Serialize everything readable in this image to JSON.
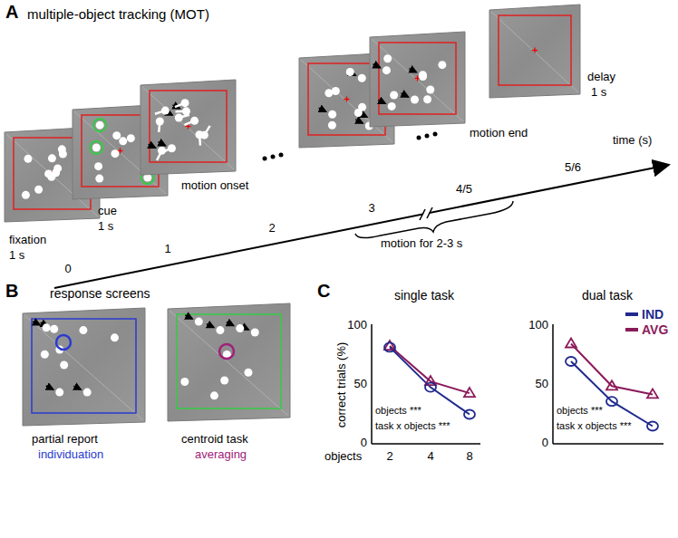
{
  "diagram": {
    "labels": [
      "A",
      "multiple-object tracking (MOT)",
      "fixation",
      "1 s",
      "cue",
      "1 s",
      "motion onset",
      "motion end",
      "delay",
      "1 s",
      "0",
      "1",
      "2",
      "3",
      "4/5",
      "5/6",
      "time (s)",
      "motion for 2-3 s",
      "B",
      "response screens",
      "partial report",
      "individuation",
      "centroid task",
      "averaging",
      "C",
      "single task",
      "dual task",
      "correct trials (%)",
      "100",
      "50",
      "0",
      "objects ***",
      "task x objects ***",
      "100",
      "50",
      "0",
      "objects ***",
      "task x objects ***",
      "objects",
      "2",
      "4",
      "8"
    ],
    "legend": [
      {
        "text": "IND",
        "color": "#1f2a8c"
      },
      {
        "text": "AVG",
        "color": "#8b1a5a"
      }
    ]
  }
}
